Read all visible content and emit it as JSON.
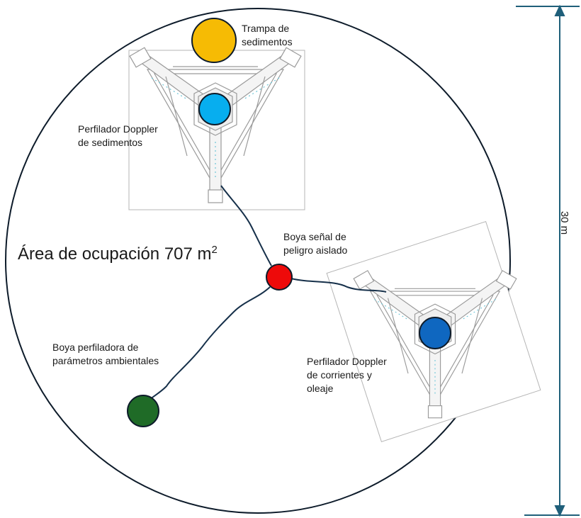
{
  "area": {
    "text": "Área de ocupación 707 m",
    "exponent": "2"
  },
  "dimension": {
    "label": "30 m"
  },
  "labels": {
    "sediment_trap": [
      "Trampa de",
      "sedimentos"
    ],
    "sediment_profiler": [
      "Perfilador Doppler",
      "de sedimentos"
    ],
    "hazard_buoy": [
      "Boya señal de",
      "peligro aislado"
    ],
    "env_buoy": [
      "Boya perfiladora de",
      "parámetros ambientales"
    ],
    "current_profiler": [
      "Perfilador Doppler",
      "de corrientes y",
      "oleaje"
    ]
  },
  "colors": {
    "sediment_trap": "#f6bb04",
    "sediment_profiler": "#07aeef",
    "hazard_buoy": "#ee0a0a",
    "env_buoy": "#1f6b27",
    "current_profiler": "#0f67c0",
    "outline": "#0d1b2a",
    "dimension": "#1f5f7a"
  }
}
